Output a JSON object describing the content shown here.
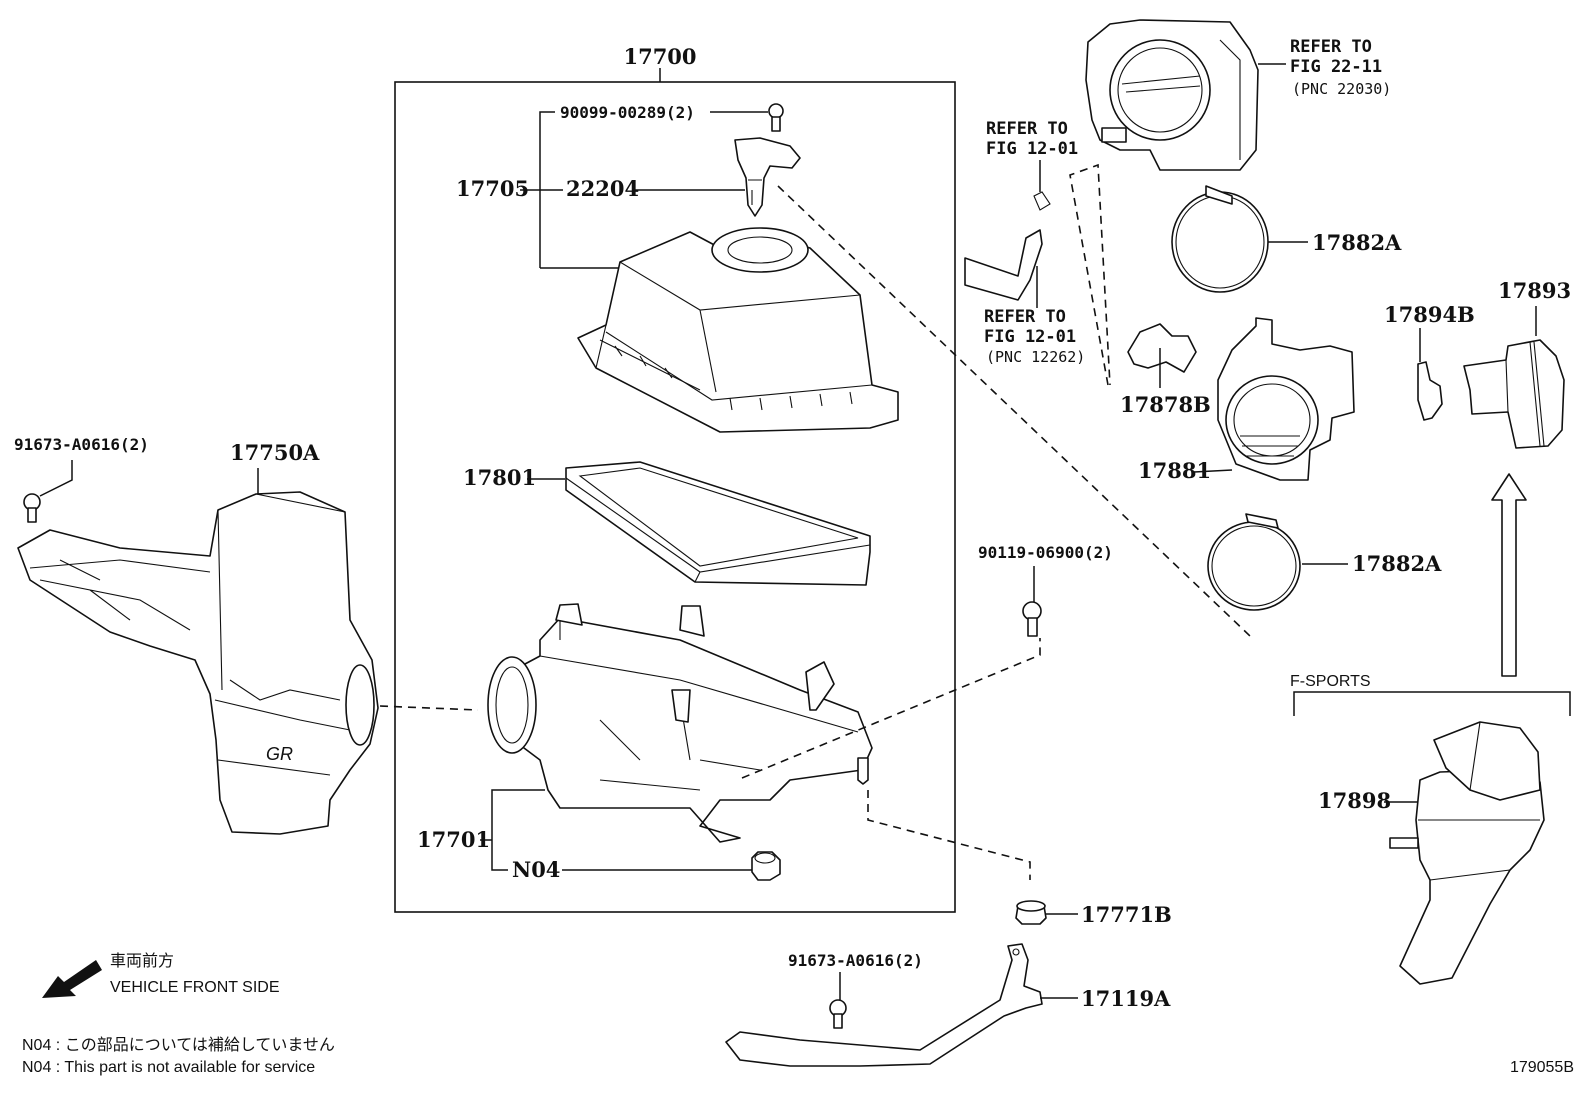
{
  "diagram": {
    "figure_id": "179055B",
    "assembly_label": "17700",
    "parts": {
      "bolt_top": "90099-00289(2)",
      "sensor_assy": "17705",
      "airflow_meter": "22204",
      "filter_element": "17801",
      "case_lower": "17701",
      "n04_part": "N04",
      "inlet_duct": "17750A",
      "left_bolt": "91673-A0616(2)",
      "right_bolt": "90119-06900(2)",
      "grommet": "17771B",
      "bottom_bolt": "91673-A0616(2)",
      "bracket": "17119A",
      "clamp_upper": "17882A",
      "clamp_lower": "17882A",
      "hose_small": "17878B",
      "outlet_hose": "17881",
      "clip": "17894B",
      "silencer": "17893",
      "fsports_part": "17898"
    },
    "refs": {
      "throttle": [
        "REFER TO",
        "FIG 22-11",
        "(PNC 22030)"
      ],
      "fig1201_a": [
        "REFER TO",
        "FIG 12-01"
      ],
      "fig1201_b": [
        "REFER TO",
        "FIG 12-01",
        "(PNC 12262)"
      ]
    },
    "variant_label": "F-SPORTS",
    "direction": {
      "jp": "車両前方",
      "en": "VEHICLE FRONT SIDE"
    },
    "notes": [
      "N04 : この部品については補給していません",
      "N04 : This part is not available for service"
    ]
  }
}
